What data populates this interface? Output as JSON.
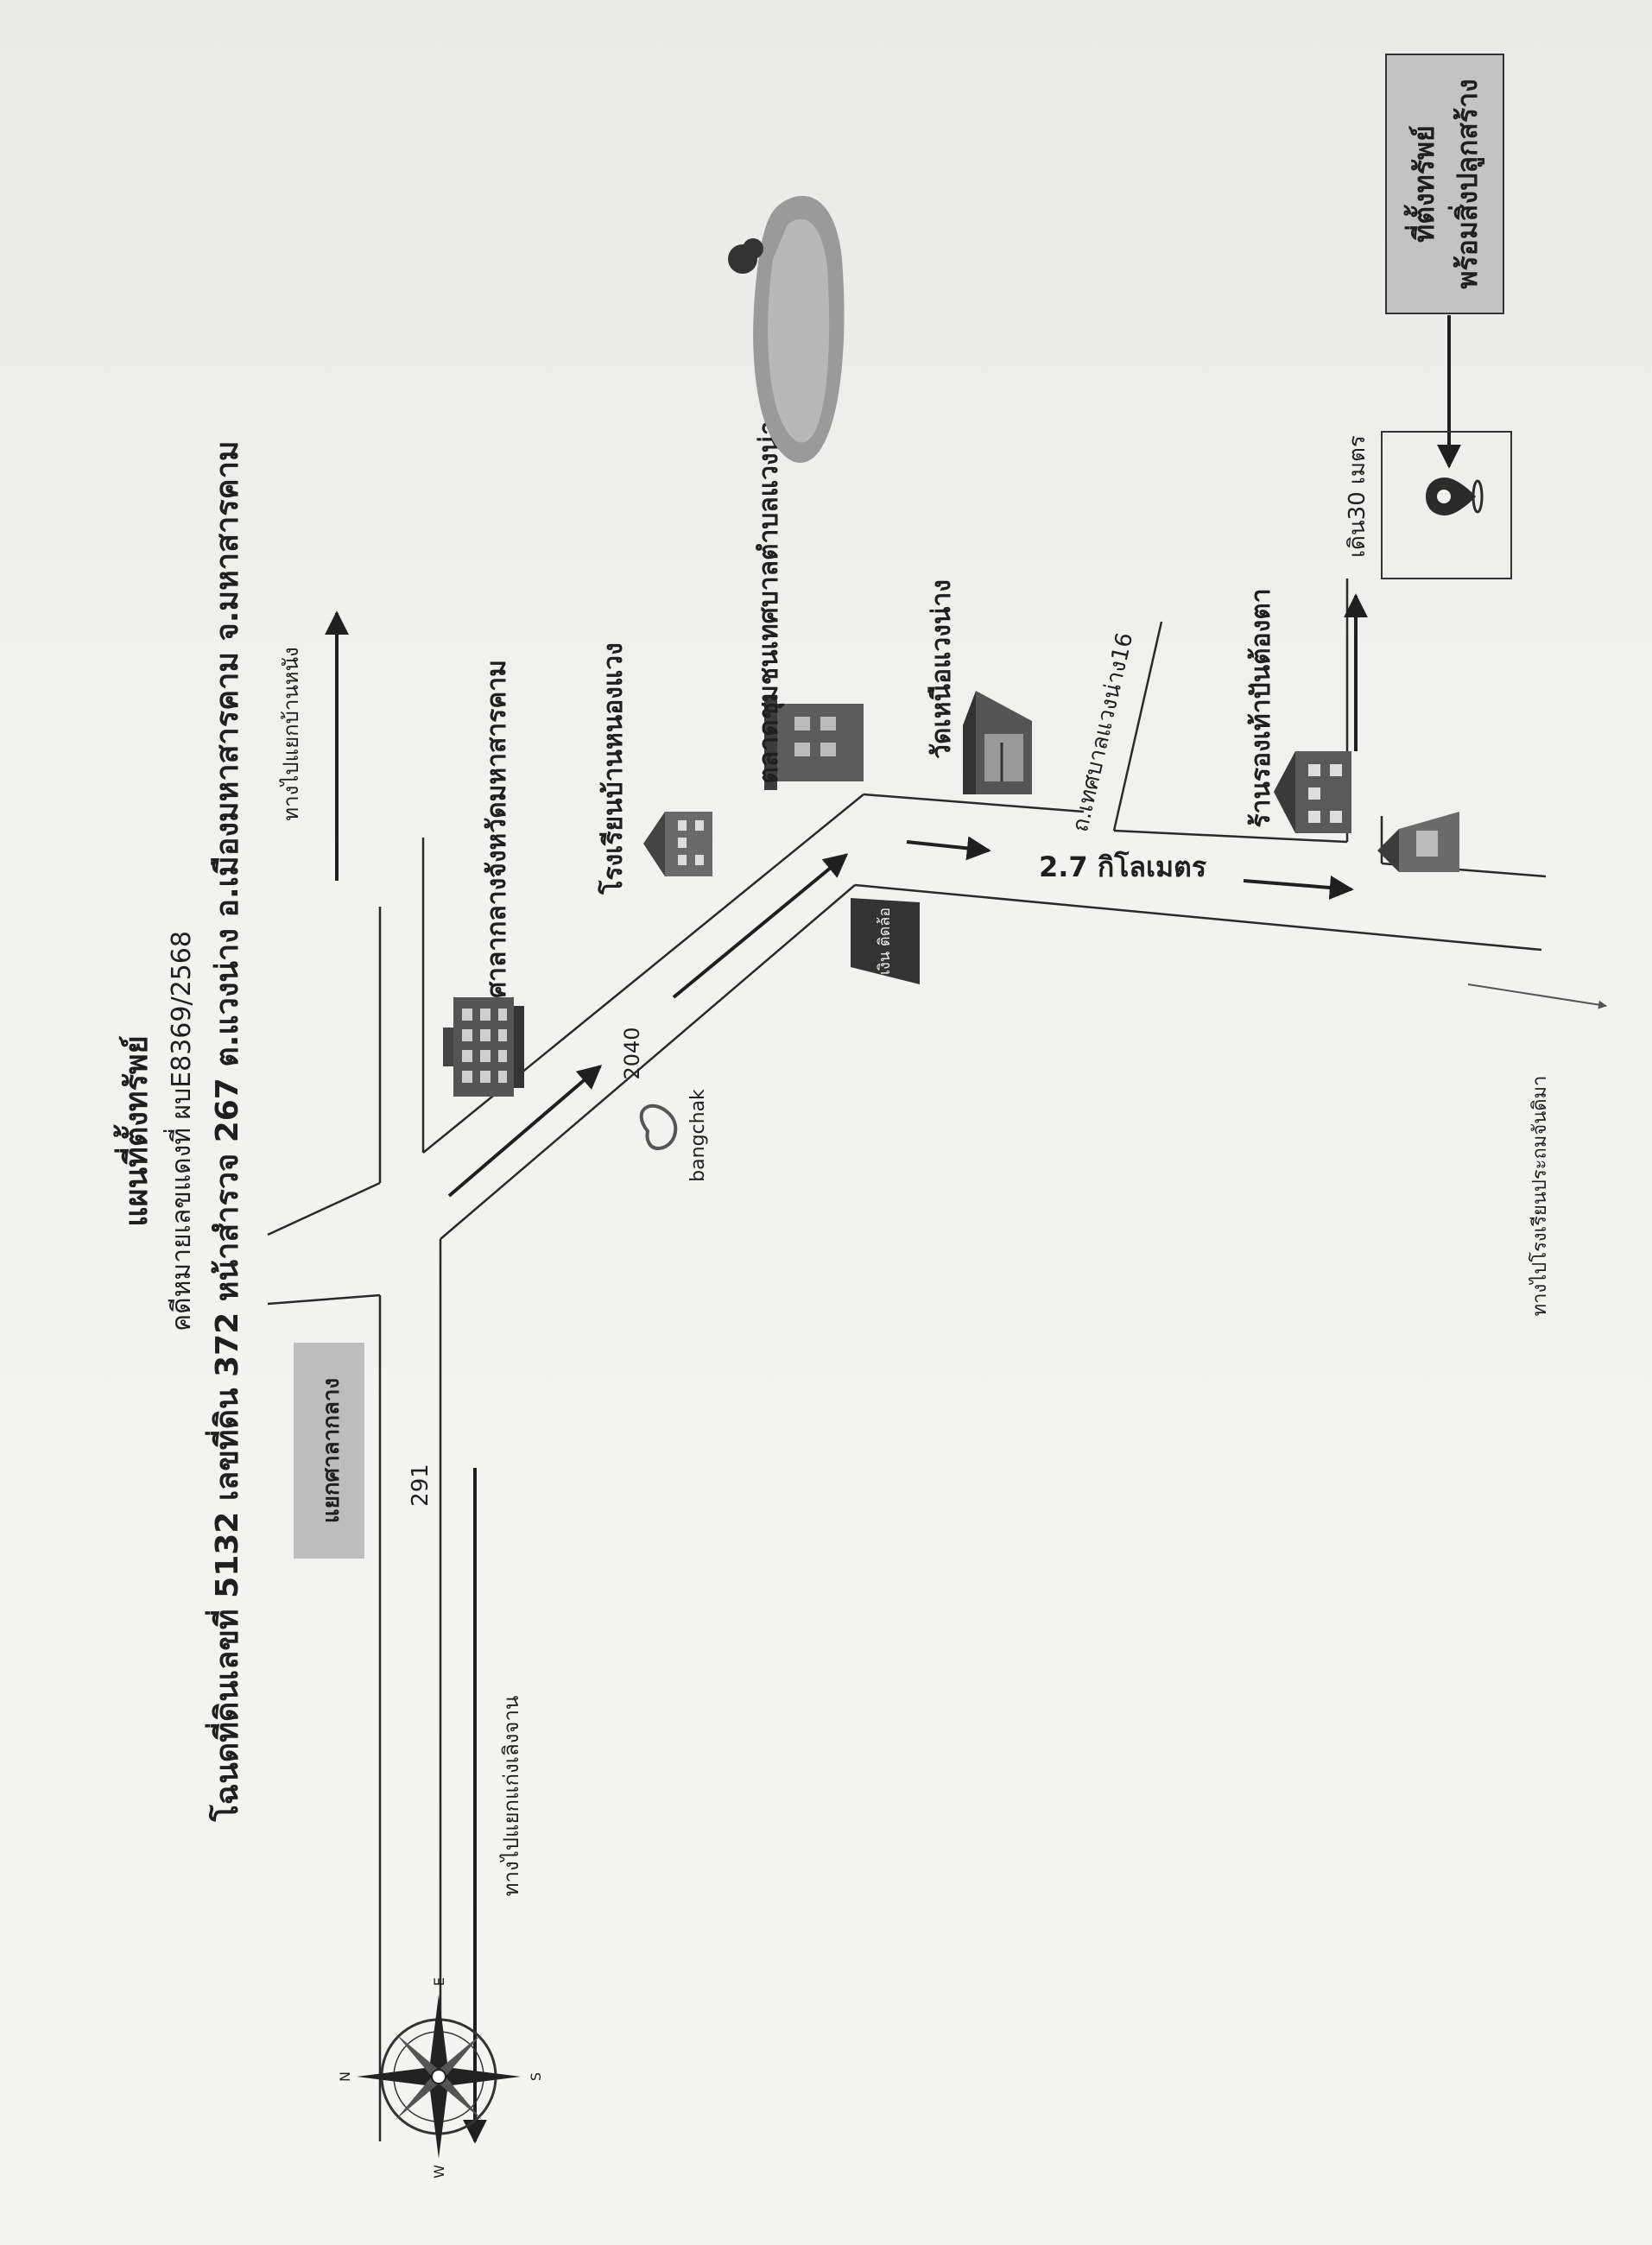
{
  "title": {
    "line1": "แผนที่ตั้งทรัพย์",
    "line2": "คดีหมายเลขแดงที่ ผบE8369/2568",
    "line3": "โฉนดที่ดินเลขที่ 5132 เลขที่ดิน 372 หน้าสำรวจ 267 ต.แวงน่าง อ.เมืองมหาสารคาม จ.มหาสารคาม"
  },
  "labels": {
    "intersection": "แยกศาลากลาง",
    "road_291": "291",
    "road_2040": "2040",
    "to_kaeng_loeng_chan": "ทางไปแยกแก่งเลิงจาน",
    "to_ban_nong": "ทางไปแยกบ้านหนัง",
    "city_hall": "ศาลากลางจังหวัดมหาสารคาม",
    "school": "โรงเรียนบ้านหนองแวง",
    "market": "ตลาดชุมชนเทศบาลตำบลแวงน่าง",
    "temple": "วัดเหนือแวงน่าง",
    "side_road": "ถ.เทศบาลแวงน่าง16",
    "shoe_shop": "ร้านรองเท้าปันต้องตา",
    "distance": "2.7 กิโลเมตร",
    "walk": "เดิน30 เมตร",
    "property_line1": "ที่ตั้งทรัพย์",
    "property_line2": "พร้อมสิ่งปลูกสร้าง",
    "to_school_bottom": "ทางไปโรงเรียนประถมจันดิมา",
    "gas_station": "bangchak",
    "bank_sign": "เงิน ติดล้อ"
  },
  "compass": {
    "n": "N",
    "e": "E",
    "s": "S",
    "w": "W"
  },
  "colors": {
    "road": "#2a2a2a",
    "label_box": "#bdbdbd",
    "ink": "#1f1f1f"
  }
}
